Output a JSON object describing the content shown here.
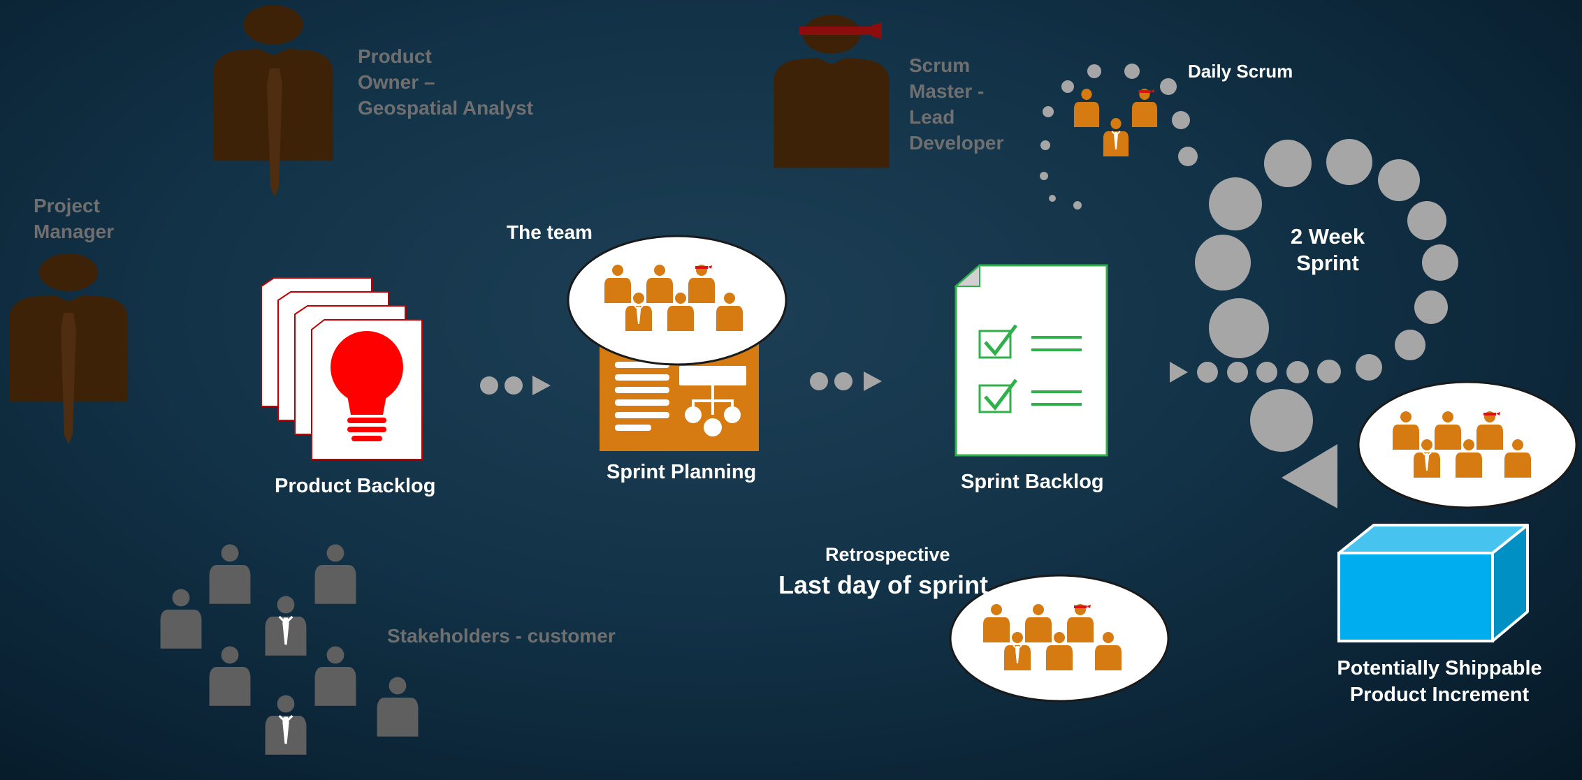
{
  "roles": {
    "product_owner": [
      "Product",
      "Owner –",
      "Geospatial Analyst"
    ],
    "scrum_master": [
      "Scrum",
      "Master -",
      "Lead",
      "Developer"
    ],
    "project_manager": [
      "Project",
      "Manager"
    ],
    "stakeholders": "Stakeholders - customer"
  },
  "labels": {
    "daily_scrum": "Daily Scrum",
    "the_team": "The team",
    "product_backlog": "Product Backlog",
    "sprint_planning": "Sprint Planning",
    "sprint_backlog": "Sprint Backlog",
    "sprint_cycle": [
      "2 Week",
      "Sprint"
    ],
    "retrospective": "Retrospective",
    "retrospective_when": "Last day of sprint",
    "increment": [
      "Potentially Shippable",
      "Product Increment"
    ]
  },
  "colors": {
    "role_brown": "#3d2208",
    "team_orange": "#d67a12",
    "stakeholder_grey": "#5f5f5f",
    "backlog_red": "#ff0000",
    "check_green": "#2fb04a",
    "increment_blue": "#00aeef",
    "arrow_grey": "#a6a6a6"
  },
  "icons": [
    "person-icon",
    "lightbulb-icon",
    "document-icon",
    "checklist-icon",
    "org-chart-icon",
    "box-icon",
    "arrow-icon"
  ]
}
